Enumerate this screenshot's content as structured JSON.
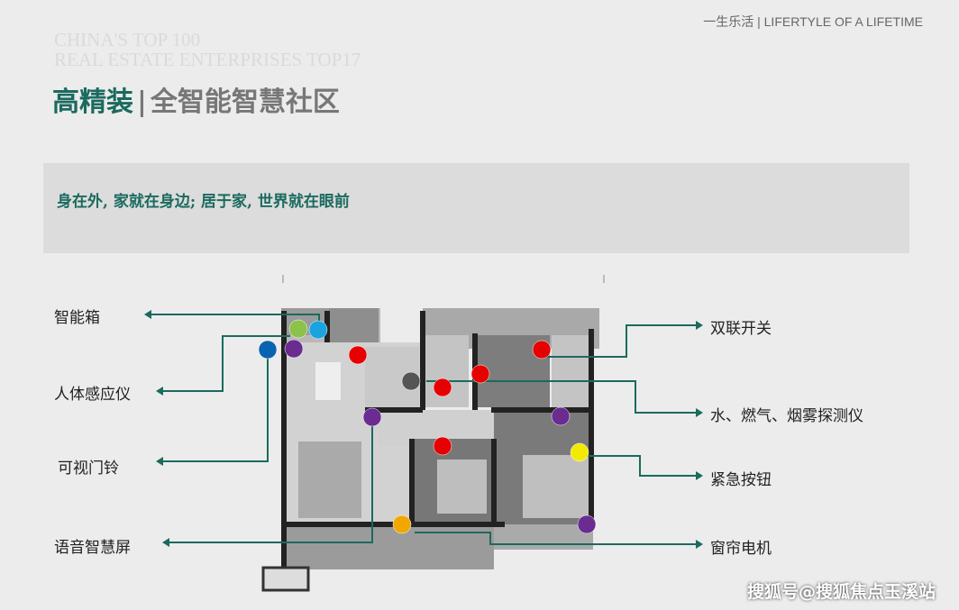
{
  "header": {
    "tagline": "一生乐活 | LIFERTYLE OF A LIFETIME",
    "en_line1": "CHINA'S TOP 100",
    "en_line2": "REAL ESTATE ENTERPRISES TOP17",
    "title_main": "高精装",
    "title_sep": "|",
    "title_sub": "全智能智慧社区"
  },
  "banner": {
    "text": "身在外, 家就在身边; 居于家, 世界就在眼前"
  },
  "labels": {
    "smart_box": "智能箱",
    "body_sensor": "人体感应仪",
    "video_doorbell": "可视门铃",
    "voice_screen": "语音智慧屏",
    "double_switch": "双联开关",
    "detectors": "水、燃气、烟雾探测仪",
    "emergency_button": "紧急按钮",
    "curtain_motor": "窗帘电机"
  },
  "colors": {
    "accent": "#1b6a5f",
    "red": "#e60000",
    "purple": "#6a2c91",
    "green": "#8bc34a",
    "light_blue": "#1aa3e0",
    "blue": "#0a63b0",
    "gray": "#555555",
    "yellow": "#f2ea00",
    "orange": "#f0a800"
  },
  "watermark": "搜狐号@搜狐焦点玉溪站"
}
